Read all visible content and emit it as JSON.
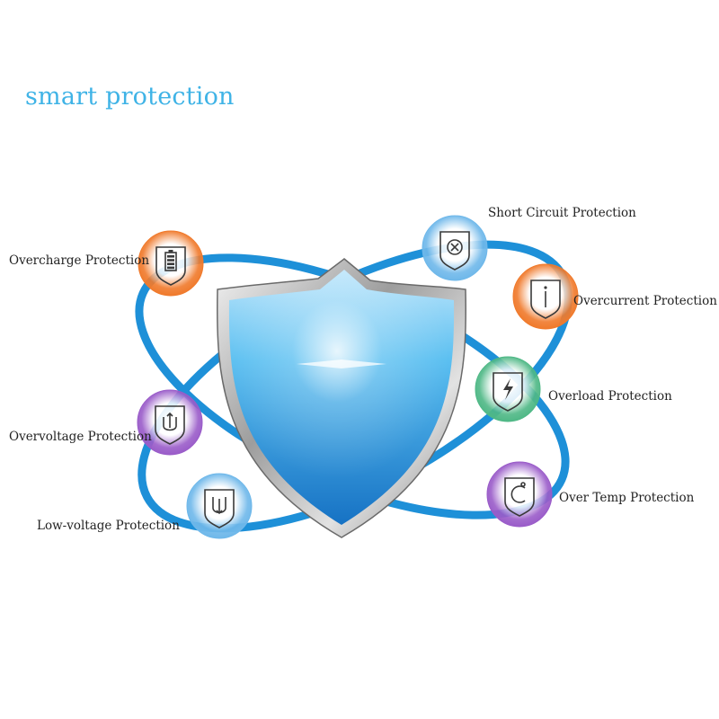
{
  "title": "smart protection",
  "colors": {
    "title": "#3fb3e6",
    "orbit": "#1e90d8",
    "shield_blue": "#2a9be0",
    "orange": "#f07a2c",
    "blue": "#6fb8ea",
    "purple": "#9a5cc9",
    "green": "#4fb886"
  },
  "features": [
    {
      "label": "Overcharge Protection",
      "icon": "battery-icon",
      "color": "orange"
    },
    {
      "label": "Short Circuit Protection",
      "icon": "short-circuit-icon",
      "color": "blue"
    },
    {
      "label": "Overcurrent Protection",
      "icon": "current-icon",
      "color": "orange"
    },
    {
      "label": "Overload Protection",
      "icon": "lightning-icon",
      "color": "green"
    },
    {
      "label": "Overvoltage Protection",
      "icon": "voltage-up-icon",
      "color": "purple"
    },
    {
      "label": "Over Temp Protection",
      "icon": "thermometer-icon",
      "color": "purple"
    },
    {
      "label": "Low-voltage Protection",
      "icon": "voltage-down-icon",
      "color": "blue"
    }
  ]
}
